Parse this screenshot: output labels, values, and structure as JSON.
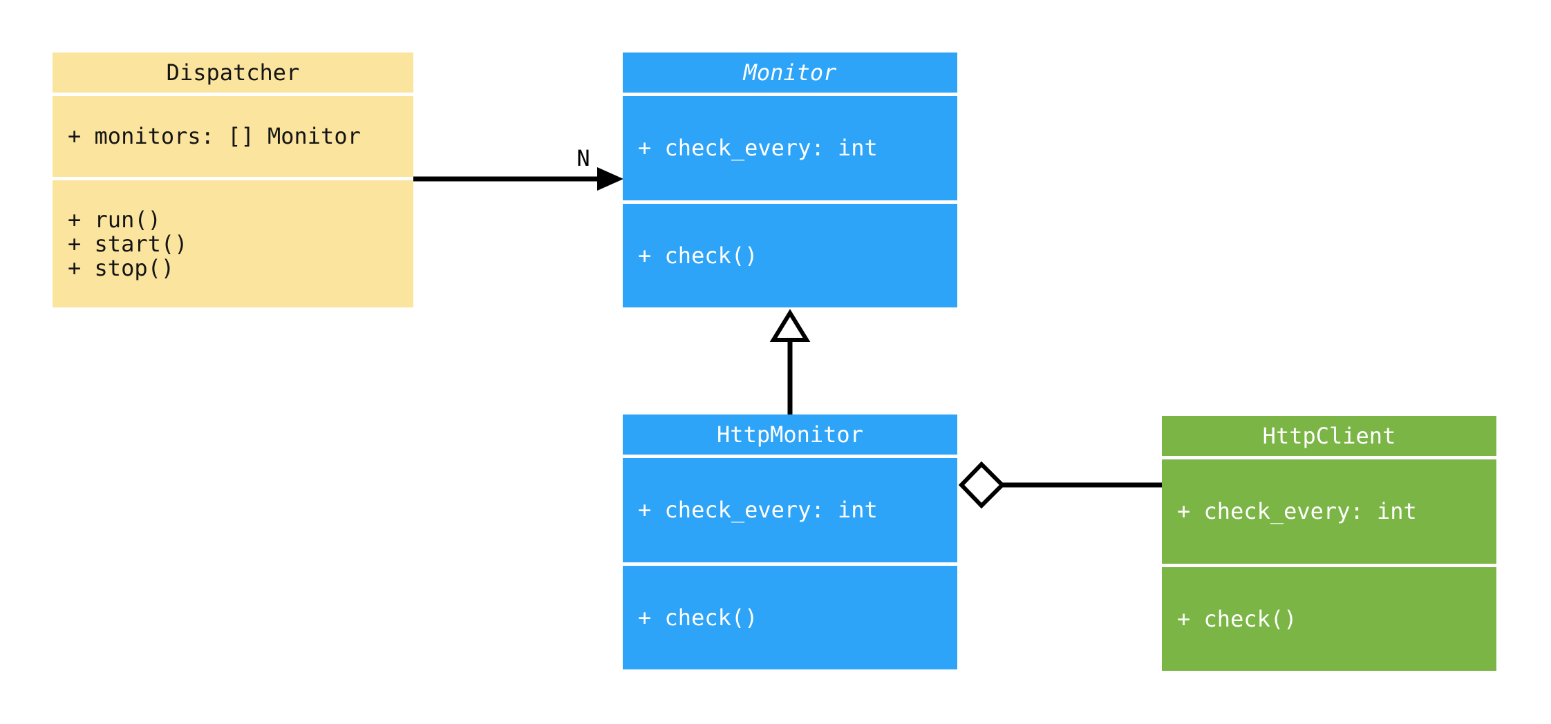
{
  "diagram": {
    "type": "uml-class-diagram",
    "background_color": "#FFFFFF",
    "classes": [
      {
        "id": "dispatcher",
        "title": "Dispatcher",
        "abstract": false,
        "attributes": [
          "+ monitors: [] Monitor"
        ],
        "methods": [
          "+ run()",
          "+ start()",
          "+ stop()"
        ],
        "fill_color": "#FBE49E",
        "text_color": "#141414"
      },
      {
        "id": "monitor",
        "title": "Monitor",
        "abstract": true,
        "attributes": [
          "+ check_every: int"
        ],
        "methods": [
          "+ check()"
        ],
        "fill_color": "#2EA4F8",
        "text_color": "#FFFFFF"
      },
      {
        "id": "http-monitor",
        "title": "HttpMonitor",
        "abstract": false,
        "attributes": [
          "+ check_every: int"
        ],
        "methods": [
          "+ check()"
        ],
        "fill_color": "#2EA4F8",
        "text_color": "#FFFFFF"
      },
      {
        "id": "http-client",
        "title": "HttpClient",
        "abstract": false,
        "attributes": [
          "+ check_every: int"
        ],
        "methods": [
          "+ check()"
        ],
        "fill_color": "#7AB545",
        "text_color": "#FFFFFF"
      }
    ],
    "relations": [
      {
        "type": "directed-association",
        "from": "Dispatcher",
        "to": "Monitor",
        "label": "N",
        "arrowhead": "filled-arrow"
      },
      {
        "type": "inheritance",
        "from": "HttpMonitor",
        "to": "Monitor",
        "label": "",
        "arrowhead": "hollow-triangle"
      },
      {
        "type": "aggregation",
        "from": "HttpMonitor",
        "to": "HttpClient",
        "label": "",
        "arrowhead": "hollow-diamond"
      }
    ],
    "line_color": "#000000"
  }
}
